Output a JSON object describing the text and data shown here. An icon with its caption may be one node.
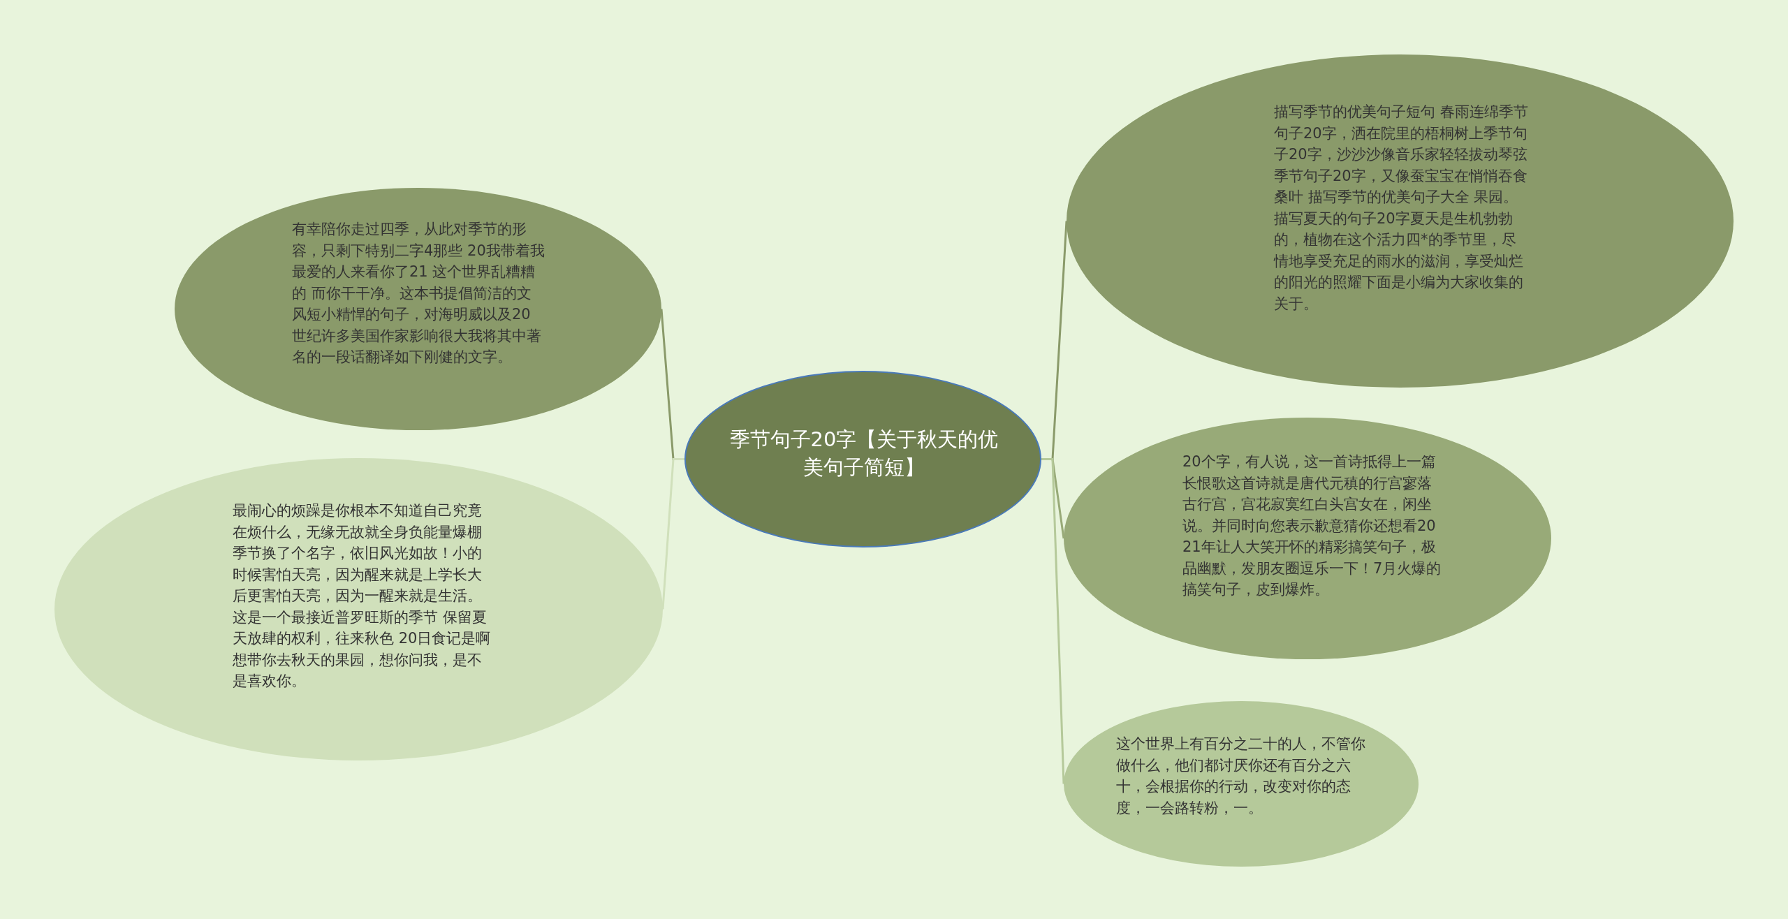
{
  "diagram": {
    "nodes": [
      {
        "text": [
          "季节句子20字【关于秋天的优美句子简短】"
        ]
      },
      {
        "text": [
          "有幸陪你走过四季，从此对季节的形容，只剩下特别二字4那些 20我带着我最爱的人来看你了21 这个世界乱糟糟的 而你干干净。这本书提倡简洁的文风短小精悍的句子，对海明威以及20世纪许多美国作家影响很大我将其中著名的一段话翻译如下刚健的文字。"
        ]
      },
      {
        "text": [
          "最闹心的烦躁是你根本不知道自己究竟在烦什么，无缘无故就全身负能量爆棚季节换了个名字，依旧风光如故！小的时候害怕天亮，因为醒来就是上学长大后更害怕天亮，因为一醒来就是生活。这是一个最接近普罗旺斯的季节 保留夏天放肆的权利，往来秋色 20日食记是啊想带你去秋天的果园，想你问我，是不是喜欢你。"
        ]
      },
      {
        "text": [
          "描写季节的优美句子短句 春雨连绵季节句子20字，洒在院里的梧桐树上季节句子20字，沙沙沙像音乐家轻轻拔动琴弦季节句子20字，又像蚕宝宝在悄悄吞食桑叶 描写季节的优美句子大全 果园。描写夏天的句子20字夏天是生机勃勃的，植物在这个活力四*的季节里，尽情地享受充足的雨水的滋润，享受灿烂的阳光的照耀下面是小编为大家收集的关于。"
        ]
      },
      {
        "text": [
          "20个字，有人说，这一首诗抵得上一篇长恨歌这首诗就是唐代元稹的行宫寥落古行宫，宫花寂寞红白头宫女在，闲坐说。并同时向您表示歉意猜你还想看2021年让人大笑开怀的精彩搞笑句子，极品幽默，发朋友圈逗乐一下！7月火爆的搞笑句子，皮到爆炸。"
        ]
      },
      {
        "text": [
          "这个世界上有百分之二十的人，不管你做什么，他们都讨厌你还有百分之六十，会根据你的行动，改变对你的态度，一会路转粉，一。"
        ]
      }
    ],
    "edges": [
      {
        "from": 0,
        "to": 1,
        "arrow": "none",
        "color": "#8a9a6a"
      },
      {
        "from": 0,
        "to": 2,
        "arrow": "none",
        "color": "#d0e0bb"
      },
      {
        "from": 0,
        "to": 3,
        "arrow": "none",
        "color": "#8a9a6a"
      },
      {
        "from": 0,
        "to": 4,
        "arrow": "none",
        "color": "#98aa78"
      },
      {
        "from": 0,
        "to": 5,
        "arrow": "none",
        "color": "#b5c99a"
      }
    ]
  }
}
